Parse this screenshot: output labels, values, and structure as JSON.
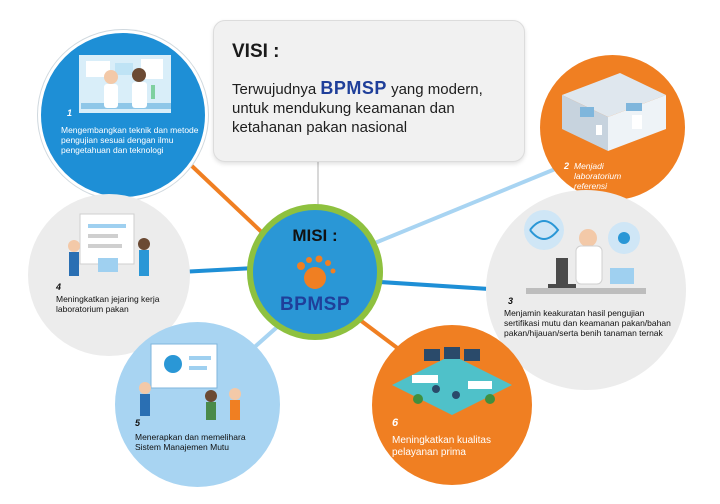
{
  "colors": {
    "blue": "#1e8fd6",
    "orange": "#f07f22",
    "light_blue": "#a8d4f2",
    "gray": "#ececec",
    "green_ring": "#8ec13f",
    "brand_navy": "#1f3f9a"
  },
  "visi": {
    "title": "VISI :",
    "line_start": "Terwujudnya",
    "brand": "BPMSP",
    "line_rest": "yang modern, untuk mendukung keamanan dan ketahanan pakan nasional"
  },
  "misi": {
    "title": "MISI :",
    "brand": "BPMSP",
    "logo_icon": "orange-dots-logo-icon"
  },
  "items": [
    {
      "number": "1",
      "text": "Mengembangkan teknik dan metode pengujian sesuai dengan ilmu pengetahuan dan teknologi",
      "icon": "lab-scientists-illustration"
    },
    {
      "number": "2",
      "text": "Menjadi laboratorium referensi",
      "icon": "laboratory-room-illustration"
    },
    {
      "number": "3",
      "text": "Menjamin keakuratan hasil pengujian sertifikasi mutu dan keamanan pakan/bahan pakan/hijauan/serta benih tanaman ternak",
      "icon": "scientist-microscope-illustration"
    },
    {
      "number": "4",
      "text": "Meningkatkan jejaring kerja laboratorium pakan",
      "icon": "team-network-illustration"
    },
    {
      "number": "5",
      "text": "Menerapkan dan memelihara Sistem Manajemen Mutu",
      "icon": "quality-management-illustration"
    },
    {
      "number": "6",
      "text": "Meningkatkan kualitas pelayanan prima",
      "icon": "service-lobby-illustration"
    }
  ]
}
